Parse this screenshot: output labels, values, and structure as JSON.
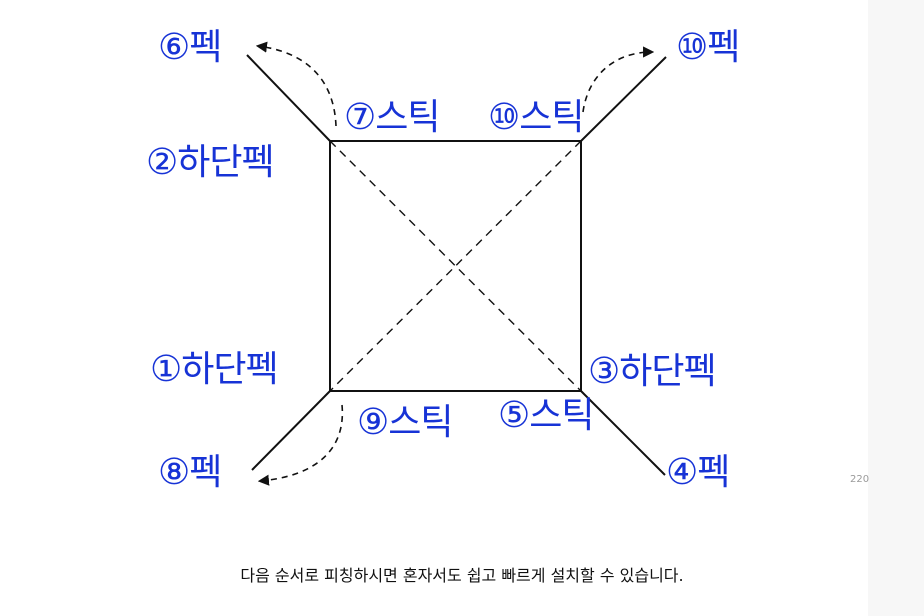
{
  "colors": {
    "label": "#1733d6",
    "line": "#111111",
    "caption": "#111111",
    "page_number": "#9a9a9a"
  },
  "labels": {
    "peg_6": "⑥펙",
    "peg_10": "⑩펙",
    "stick_7": "⑦스틱",
    "stick_10": "⑩스틱",
    "bottom_peg_2": "②하단펙",
    "bottom_peg_1": "①하단펙",
    "bottom_peg_3": "③하단펙",
    "stick_9": "⑨스틱",
    "stick_5": "⑤스틱",
    "peg_8": "⑧펙",
    "peg_4": "④펙"
  },
  "page_number": "220",
  "caption": "다음 순서로 피칭하시면 혼자서도 쉽고 빠르게 설치할 수 있습니다."
}
